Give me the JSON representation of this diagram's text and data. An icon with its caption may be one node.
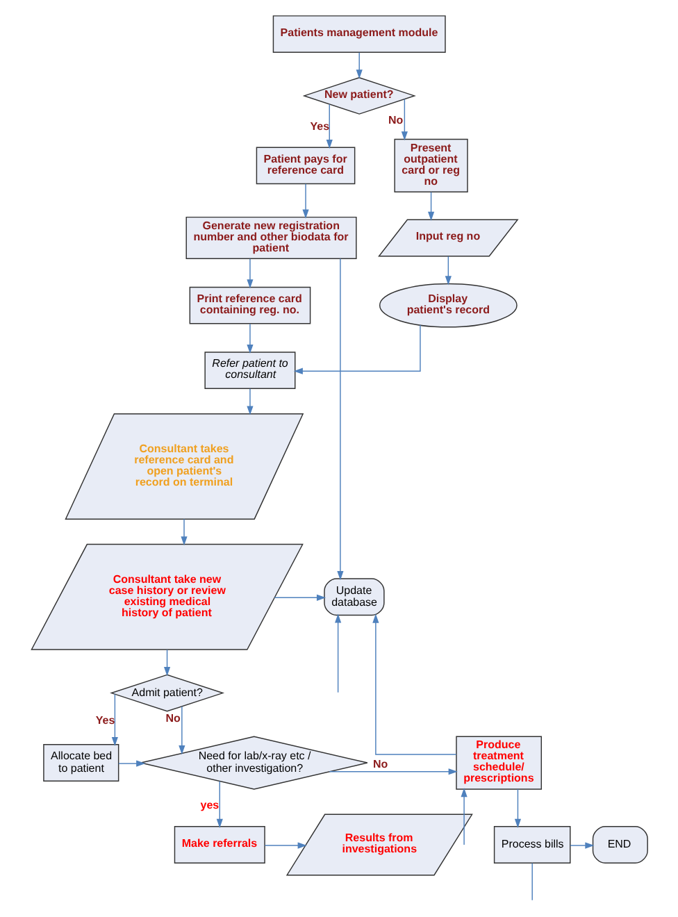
{
  "diagram": {
    "nodes": [
      {
        "text": [
          "Patients management module"
        ]
      },
      {
        "text": [
          "New patient?"
        ]
      },
      {
        "text": [
          "Patient pays for reference card"
        ]
      },
      {
        "text": [
          "Generate new registration number and other biodata for patient"
        ]
      },
      {
        "text": [
          "Present outpatient card or reg no"
        ]
      },
      {
        "text": [
          "Input reg no"
        ]
      },
      {
        "text": [
          "Print reference card containing reg. no."
        ]
      },
      {
        "text": [
          "Refer patient to consultant"
        ]
      },
      {
        "text": [
          "Display patient's record"
        ]
      },
      {
        "text": [
          "Consultant takes reference card and open patient's record on terminal"
        ]
      },
      {
        "text": [
          "Consultant take new case history or review existing medical history of patient"
        ]
      },
      {
        "text": [
          "Update database"
        ]
      },
      {
        "text": [
          "Admit patient?"
        ]
      },
      {
        "text": [
          "Need for lab/x-ray etc / other investigation?"
        ]
      },
      {
        "text": [
          "Produce treatment schedule/ prescriptions"
        ]
      },
      {
        "text": [
          "Allocate bed to patient"
        ]
      },
      {
        "text": [
          "Make referrals"
        ]
      },
      {
        "text": [
          "Results from investigations"
        ]
      },
      {
        "text": [
          "END"
        ]
      },
      {
        "text": [
          "Process bills"
        ]
      }
    ],
    "edges": [
      {
        "from": 0,
        "to": 1,
        "arrow": "to"
      },
      {
        "from": 1,
        "to": 2,
        "arrow": "to",
        "label": "Yes"
      },
      {
        "from": 1,
        "to": 4,
        "arrow": "to",
        "label": "No"
      },
      {
        "from": 2,
        "to": 3,
        "arrow": "to"
      },
      {
        "from": 4,
        "to": 5,
        "arrow": "to"
      },
      {
        "from": 3,
        "to": 6,
        "arrow": "to"
      },
      {
        "from": 5,
        "to": 8,
        "arrow": "to"
      },
      {
        "from": 6,
        "to": 7,
        "arrow": "to"
      },
      {
        "from": 8,
        "to": 7,
        "arrow": "to"
      },
      {
        "from": 7,
        "to": 9,
        "arrow": "to"
      },
      {
        "from": 9,
        "to": 10,
        "arrow": "to"
      },
      {
        "from": 10,
        "to": 11,
        "arrow": "to"
      },
      {
        "from": 3,
        "to": 11,
        "arrow": "to"
      },
      {
        "from": 10,
        "to": 12,
        "arrow": "to"
      },
      {
        "from": 12,
        "to": 15,
        "arrow": "to",
        "label": "Yes"
      },
      {
        "from": 12,
        "to": 13,
        "arrow": "to",
        "label": "No"
      },
      {
        "from": 15,
        "to": 13,
        "arrow": "to"
      },
      {
        "from": 13,
        "to": 14,
        "arrow": "to",
        "label": "No"
      },
      {
        "from": 13,
        "to": 16,
        "arrow": "to",
        "label": "yes"
      },
      {
        "from": 16,
        "to": 17,
        "arrow": "to"
      },
      {
        "from": 17,
        "to": 14,
        "arrow": "to"
      },
      {
        "from": 14,
        "to": 11,
        "arrow": "to"
      },
      {
        "from": null,
        "to": 11,
        "arrow": "to"
      },
      {
        "from": 14,
        "to": 19,
        "arrow": "to"
      },
      {
        "from": 19,
        "to": 18,
        "arrow": "to"
      },
      {
        "from": 19,
        "to": null,
        "arrow": "none"
      }
    ]
  }
}
